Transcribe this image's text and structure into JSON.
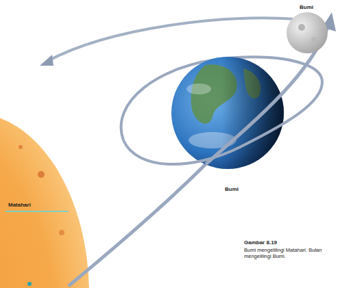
{
  "diagram": {
    "caption": "Bumi mengelilingi Matahari. Bulan mengelilingi Bumi.",
    "labels": [
      "Bumi",
      "Bumi",
      "Matahari",
      "Gambar 8.19"
    ]
  }
}
